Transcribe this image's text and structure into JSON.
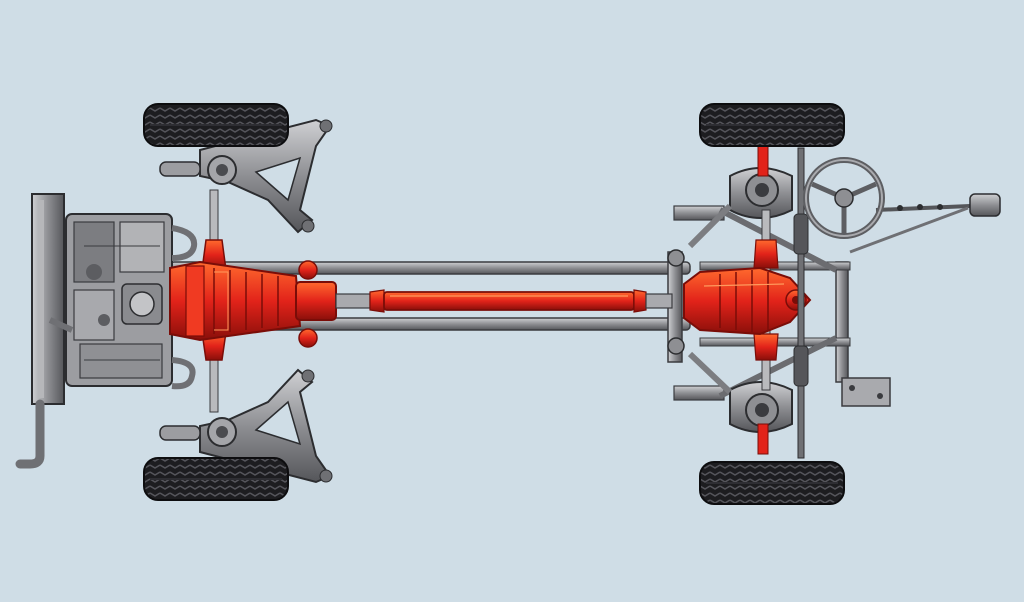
{
  "colors": {
    "background": "#cfdde6",
    "drivetrain_red": "#e2231a",
    "drivetrain_dark": "#7a0d08",
    "drivetrain_highlight": "#ff8a3d",
    "steel": "#8e8f93",
    "steel_dark": "#3a3b3f",
    "steel_light": "#c9cacd",
    "tire": "#1d1d20",
    "tread": "#4a4a50"
  },
  "components": [
    "radiator",
    "engine",
    "gearbox",
    "propeller-shaft",
    "rear-differential",
    "front-suspension-arms",
    "rear-suspension",
    "steering-wheel",
    "steering-column",
    "chassis-rails",
    "wheels"
  ]
}
